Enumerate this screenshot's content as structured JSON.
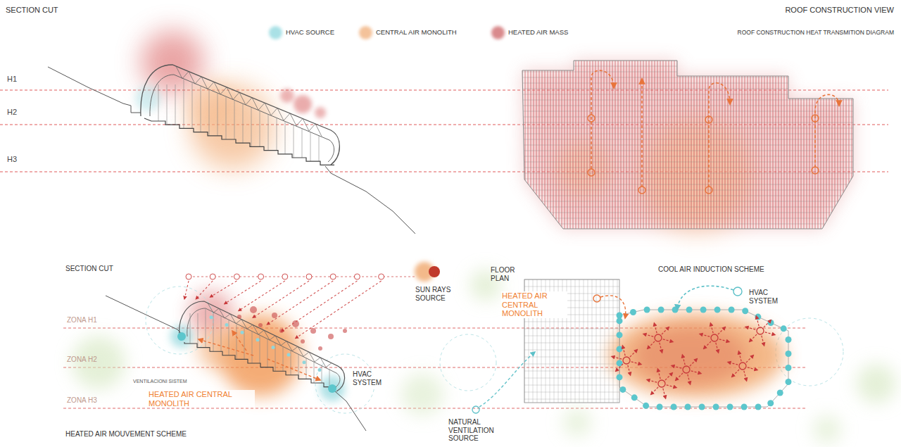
{
  "diagram": {
    "labels": [
      "SECTION CUT",
      "ROOF CONSTRUCTION VIEW",
      "ROOF CONSTRUCTION HEAT TRANSMITION DIAGRAM",
      "H1",
      "H2",
      "H3",
      "SECTION CUT",
      "SUN RAYS SOURCE",
      "ZONA H1",
      "ZONA H2",
      "ZONA H3",
      "VENTILACIONI SISTEM",
      "HVAC SYSTEM",
      "HEATED AIR CENTRAL MONOLITH",
      "HEATED AIR MOUVEMENT SCHEME",
      "FLOOR PLAN",
      "HEATED AIR CENTRAL MONOLITH",
      "COOL AIR INDUCTION SCHEME",
      "HVAC SYSTEM",
      "NATURAL VENTILATION SOURCE"
    ],
    "legend": [
      {
        "text": "HVAC SOURCE",
        "color": "#a9e1e6"
      },
      {
        "text": "CENTRAL AIR MONOLITH",
        "color": "#f4c29a"
      },
      {
        "text": "HEATED AIR MASS",
        "color": "#d98a8c"
      }
    ]
  }
}
